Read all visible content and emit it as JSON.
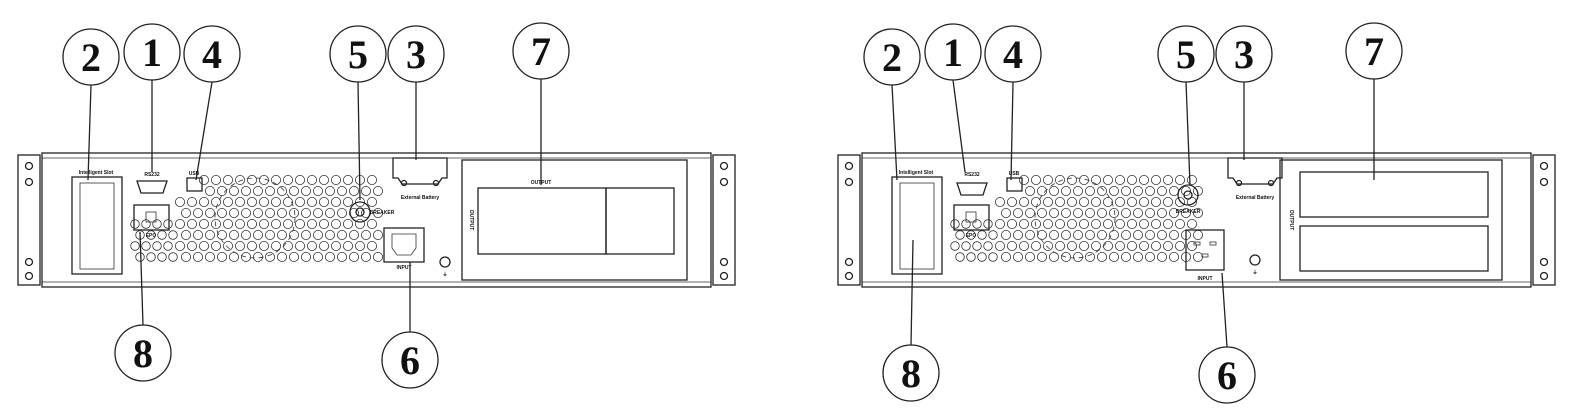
{
  "labels": {
    "intelligent_slot": "Intelligent Slot",
    "rs232": "RS232",
    "usb": "USB",
    "epo": "EPO",
    "breaker": "BREAKER",
    "external_battery": "External Battery",
    "input": "INPUT",
    "output": "OUTPUT"
  },
  "panels": [
    {
      "name": "left-ups-rear-panel",
      "input_type": "C14",
      "output_layout": "side-by-side",
      "callouts": [
        "2",
        "1",
        "4",
        "5",
        "3",
        "7",
        "8",
        "6"
      ]
    },
    {
      "name": "right-ups-rear-panel",
      "input_type": "C20",
      "output_layout": "stacked",
      "callouts": [
        "2",
        "1",
        "4",
        "5",
        "3",
        "7",
        "8",
        "6"
      ]
    }
  ]
}
